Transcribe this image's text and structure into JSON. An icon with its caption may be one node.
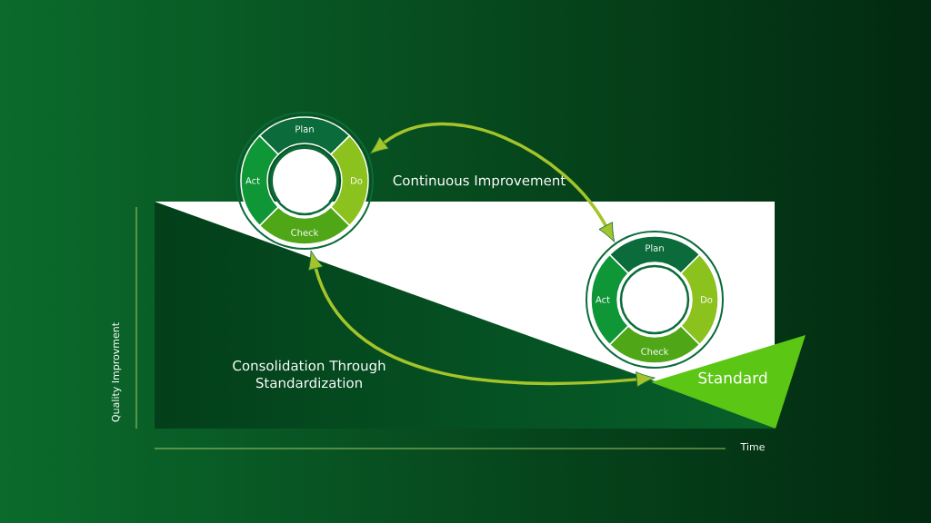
{
  "diagram": {
    "nodes": [
      {
        "text": [],
        "shape": "circle"
      },
      {
        "text": [
          "Plan"
        ],
        "in": 0
      },
      {
        "text": [
          "Do"
        ],
        "in": 0
      },
      {
        "text": [
          "Check"
        ],
        "in": 0
      },
      {
        "text": [
          "Act"
        ],
        "in": 0
      },
      {
        "text": [],
        "shape": "circle"
      },
      {
        "text": [
          "Plan"
        ],
        "in": 5
      },
      {
        "text": [
          "Do"
        ],
        "in": 5
      },
      {
        "text": [
          "Check"
        ],
        "in": 5
      },
      {
        "text": [
          "Act"
        ],
        "in": 5
      },
      {
        "text": [
          "Standard"
        ]
      }
    ],
    "edges": [
      {
        "from": 0,
        "to": 5,
        "arrow": "both"
      },
      {
        "from": 0,
        "to": 10,
        "arrow": "both"
      }
    ],
    "labels": [
      "Continuous Improvement",
      "Consolidation Through Standardization",
      "Quality Improvment",
      "Time"
    ]
  }
}
